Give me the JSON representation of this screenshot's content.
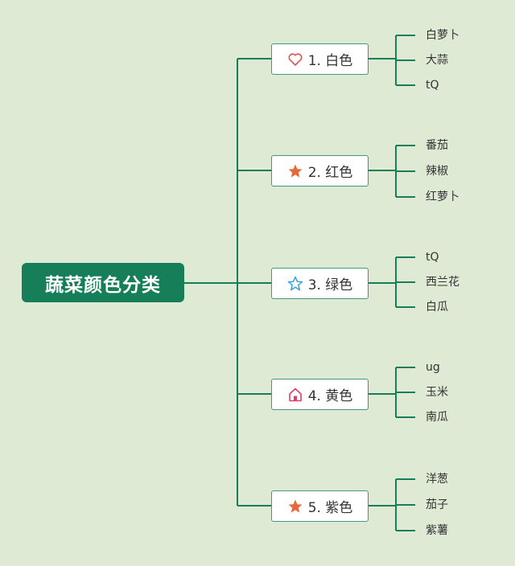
{
  "root": {
    "label": "蔬菜颜色分类"
  },
  "branches": [
    {
      "label": "1. 白色",
      "icon": "heart-outline-icon",
      "icon_color": "#d9534f",
      "leaves": [
        "白萝卜",
        "大蒜",
        "tQ"
      ]
    },
    {
      "label": "2. 红色",
      "icon": "star-filled-icon",
      "icon_color": "#e8663a",
      "leaves": [
        "番茄",
        "辣椒",
        "红萝卜"
      ]
    },
    {
      "label": "3. 绿色",
      "icon": "star-outline-icon",
      "icon_color": "#3aa0d9",
      "leaves": [
        "tQ",
        "西兰花",
        "白瓜"
      ]
    },
    {
      "label": "4. 黄色",
      "icon": "house-icon",
      "icon_color": "#d9416b",
      "leaves": [
        "ug",
        "玉米",
        "南瓜"
      ]
    },
    {
      "label": "5. 紫色",
      "icon": "star-filled-icon",
      "icon_color": "#e8663a",
      "leaves": [
        "洋葱",
        "茄子",
        "紫薯"
      ]
    }
  ],
  "colors": {
    "background": "#dfead5",
    "root_fill": "#177e5a",
    "connector": "#177e5a"
  }
}
